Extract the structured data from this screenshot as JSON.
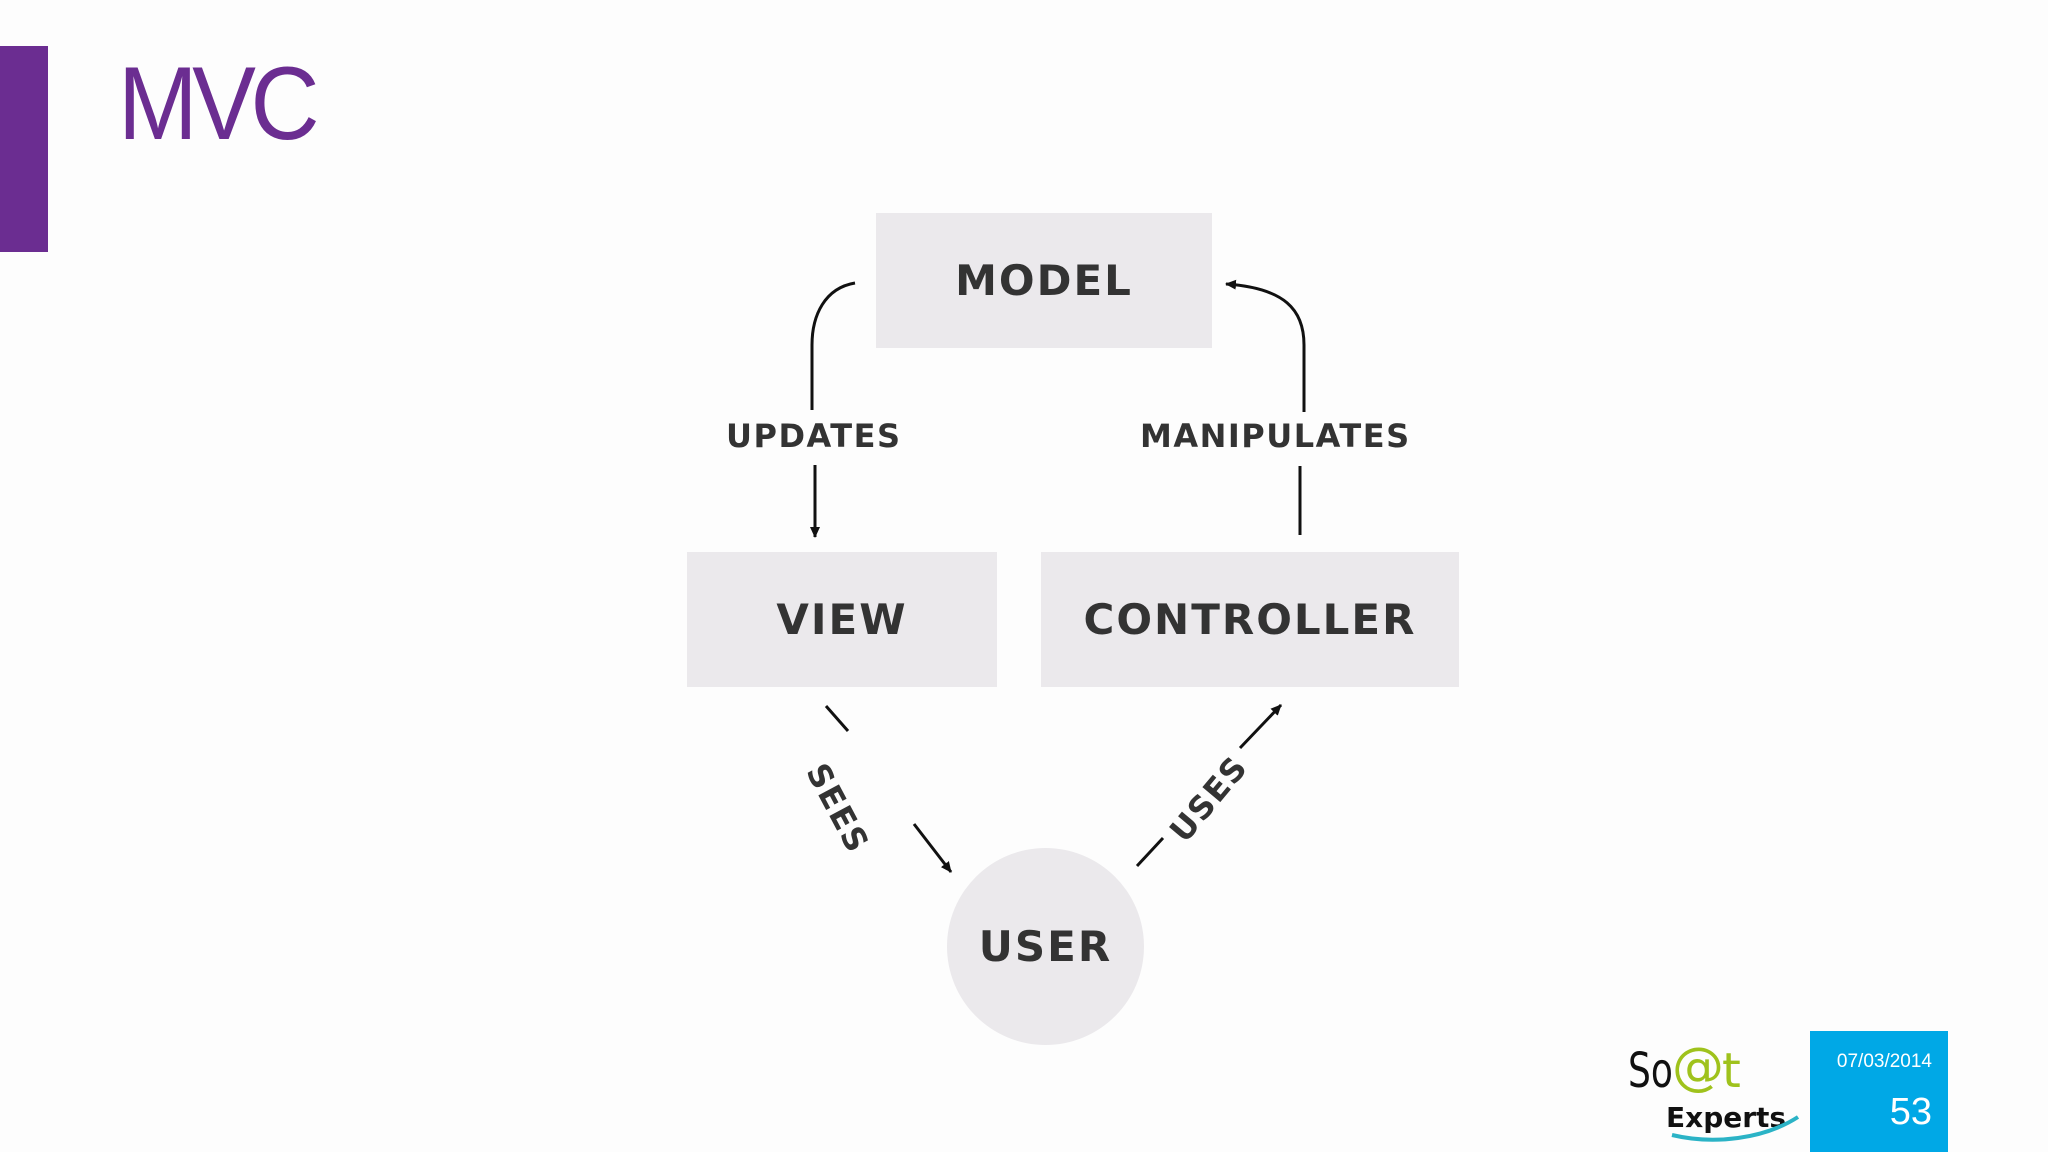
{
  "slide": {
    "title": "MVC",
    "date": "07/03/2014",
    "page_number": "53"
  },
  "diagram": {
    "nodes": {
      "model": "MODEL",
      "view": "VIEW",
      "controller": "CONTROLLER",
      "user": "USER"
    },
    "edges": {
      "updates": "UPDATES",
      "manipulates": "MANIPULATES",
      "sees": "SEES",
      "uses": "USES"
    }
  },
  "logo": {
    "so": "So",
    "at": "@",
    "t": "t",
    "experts": "Experts"
  },
  "colors": {
    "accent": "#6b2d91",
    "node_fill": "#ebe9ec",
    "date_box": "#00a8e6",
    "logo_green": "#9fc21c"
  }
}
